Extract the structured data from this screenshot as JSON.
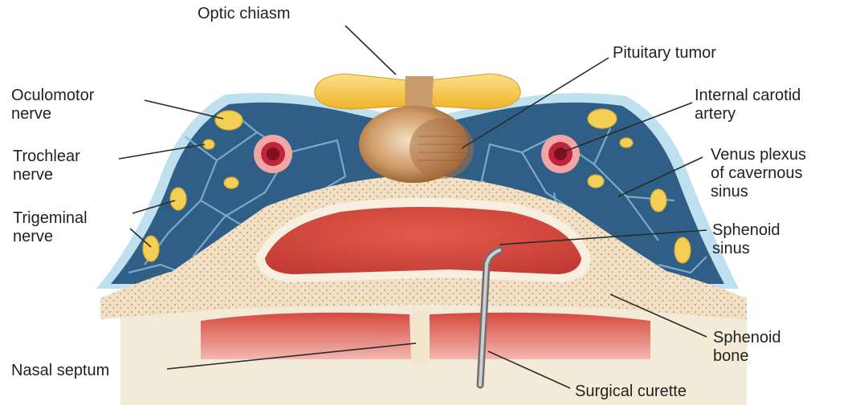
{
  "diagram": {
    "colors": {
      "sinus_blue": "#2f5f86",
      "sinus_light": "#bfe0ee",
      "bone": "#f1e0c4",
      "bone_dot": "#caa77a",
      "sinus_cavity": "#d9473c",
      "tumor": "#b8804d",
      "chiasm": "#f6c24a",
      "artery": "#c0243a",
      "nerve": "#f3cf55",
      "curette": "#8a8a8a"
    },
    "labels": {
      "optic_chiasm": "Optic chiasm",
      "pituitary_tumor": "Pituitary tumor",
      "oculomotor_nerve": "Oculomotor\nnerve",
      "internal_carotid_artery": "Internal carotid\nartery",
      "trochlear_nerve": "Trochlear\nnerve",
      "venus_plexus": "Venus plexus\nof cavernous\nsinus",
      "trigeminal_nerve": "Trigeminal\nnerve",
      "sphenoid_sinus": "Sphenoid\nsinus",
      "sphenoid_bone": "Sphenoid\nbone",
      "nasal_septum": "Nasal septum",
      "surgical_curette": "Surgical curette"
    }
  }
}
